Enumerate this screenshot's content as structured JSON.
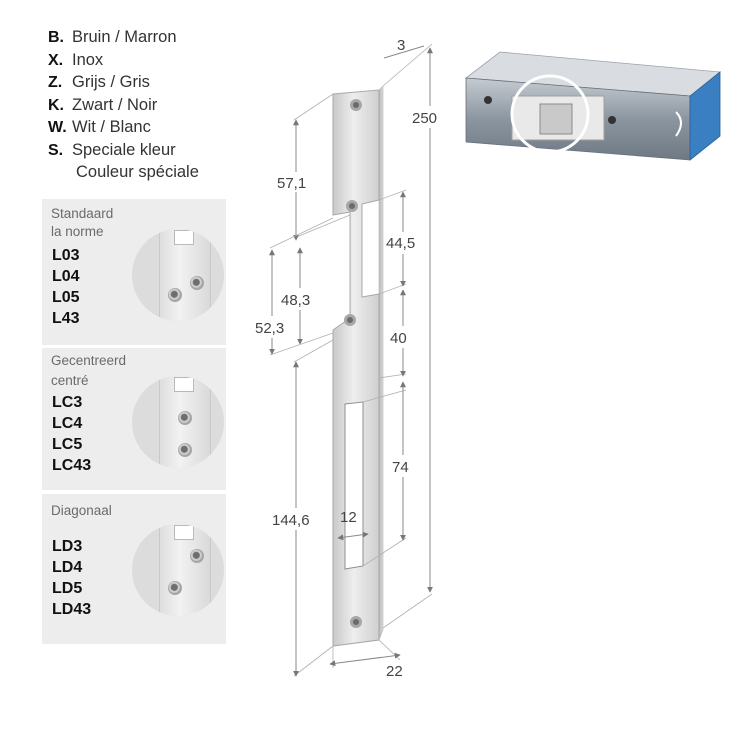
{
  "legend": [
    {
      "code": "B.",
      "label": "Bruin / Marron"
    },
    {
      "code": "X.",
      "label": "Inox"
    },
    {
      "code": "Z.",
      "label": "Grijs / Gris"
    },
    {
      "code": "K.",
      "label": "Zwart / Noir"
    },
    {
      "code": "W.",
      "label": "Wit / Blanc"
    },
    {
      "code": "S.",
      "label": "Speciale kleur"
    }
  ],
  "legend_extra": "Couleur spéciale",
  "variants": [
    {
      "labels": [
        "Standaard",
        "la norme"
      ],
      "codes": [
        "L03",
        "L04",
        "L05",
        "L43"
      ]
    },
    {
      "labels": [
        "Gecentreerd",
        "centré"
      ],
      "codes": [
        "LC3",
        "LC4",
        "LC5",
        "LC43"
      ]
    },
    {
      "labels": [
        "Diagonaal"
      ],
      "codes": [
        "LD3",
        "LD4",
        "LD5",
        "LD43"
      ]
    }
  ],
  "dimensions": {
    "thickness": "3",
    "total_length": "250",
    "top_section": "57,1",
    "step_width": "44,5",
    "mid_offset": "48,3",
    "left_span": "52,3",
    "mid_section": "40",
    "slot_length": "74",
    "lower_section": "144,6",
    "slot_width": "12",
    "plate_width": "22"
  },
  "colors": {
    "plate": "#d6d6d6",
    "lock_body": "#7c8792",
    "lock_end": "#3a7fc1",
    "panel_bg": "#ededed"
  }
}
